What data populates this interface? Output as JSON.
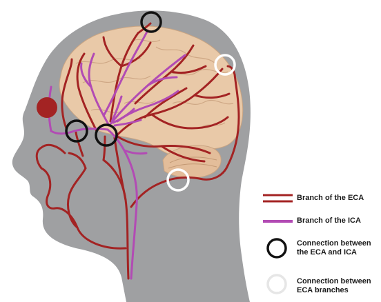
{
  "colors": {
    "eca": "#a32323",
    "ica": "#b24bb4",
    "head": "#9fa0a2",
    "brain": "#e9c9a8",
    "connection_eca_ica": "#111111",
    "connection_eca_branches": "#ffffff"
  },
  "legend": {
    "eca": {
      "label": "Branch of the ECA"
    },
    "ica": {
      "label": "Branch of the ICA"
    },
    "eca_ica": {
      "line1": "Connection between",
      "line2": "the ECA and ICA"
    },
    "eca_eca": {
      "line1": "Connection between",
      "line2": "ECA branches"
    }
  },
  "markers": [
    {
      "name": "top",
      "kind": "eca_ica"
    },
    {
      "name": "upper-back",
      "kind": "eca_eca"
    },
    {
      "name": "orbit-left",
      "kind": "eca_ica"
    },
    {
      "name": "orbit-right",
      "kind": "eca_ica"
    },
    {
      "name": "occipital",
      "kind": "eca_eca"
    }
  ]
}
